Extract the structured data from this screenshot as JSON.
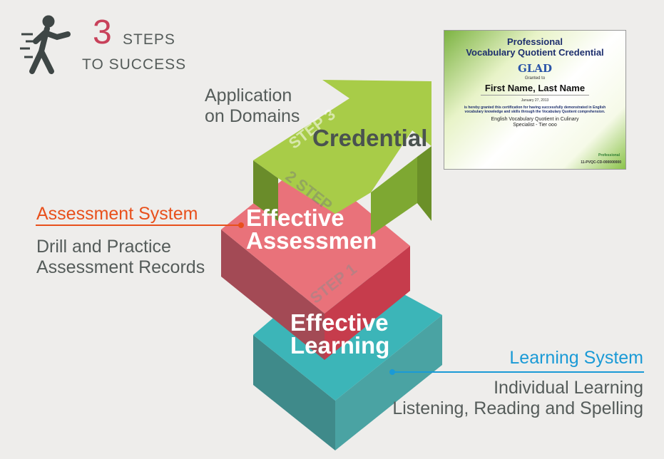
{
  "header": {
    "number": "3",
    "steps": "STEPS",
    "to_success": "TO SUCCESS",
    "icon": "running-man-icon"
  },
  "step3": {
    "badge": "STEP 3",
    "title": "Credential",
    "note_line1": "Application",
    "note_line2": "on Domains"
  },
  "step2": {
    "badge": "2 STEP",
    "title_line1": "Effective",
    "title_line2": "Assessmen",
    "system": "Assessment System",
    "detail_line1": "Drill and Practice",
    "detail_line2": "Assessment Records"
  },
  "step1": {
    "badge": "STEP 1",
    "title_line1": "Effective",
    "title_line2": "Learning",
    "system": "Learning System",
    "detail_line1": "Individual Learning",
    "detail_line2": "Listening, Reading and Spelling"
  },
  "certificate": {
    "title_line1": "Professional",
    "title_line2": "Vocabulary Quotient Credential",
    "logo": "GLAD",
    "granted": "Granted to",
    "name": "First Name, Last Name",
    "date": "January 27, 2013",
    "body": "is hereby granted this certification for having successfully demonstrated in English vocabulary knowledge and skills through the Vocabulary Quotient comprehension.",
    "quotient": "English Vocabulary Quotient  in Culinary",
    "tier": "Specialist - Tier ooo",
    "mini_logo": "Professional",
    "serial": "11-PVQC-CD-000000000"
  },
  "colors": {
    "teal": "#2ab0b3",
    "red": "#e05462",
    "green": "#9cc83a",
    "orange": "#e8501c",
    "blue": "#1a9ad6"
  }
}
